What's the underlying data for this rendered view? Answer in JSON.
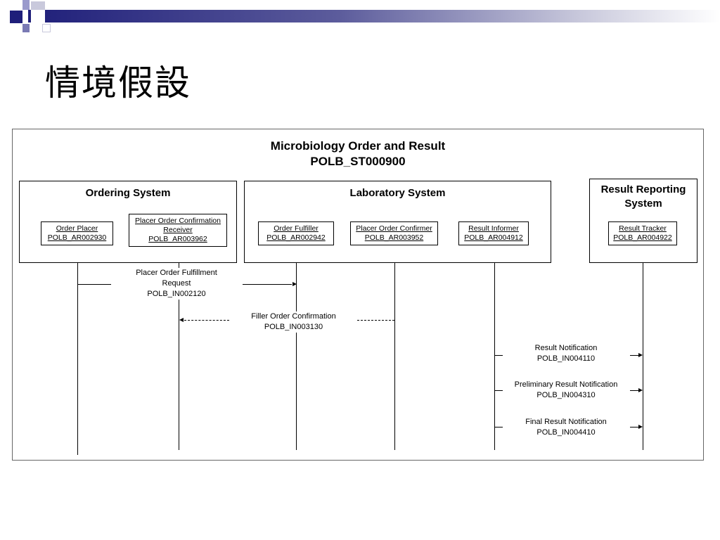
{
  "slide": {
    "title": "情境假設"
  },
  "diagram": {
    "title_line1": "Microbiology Order and Result",
    "title_line2": "POLB_ST000900",
    "systems": [
      {
        "name_line1": "Ordering System",
        "name_line2": ""
      },
      {
        "name_line1": "Laboratory System",
        "name_line2": ""
      },
      {
        "name_line1": "Result Reporting",
        "name_line2": "System"
      }
    ],
    "roles": [
      {
        "name": "Order Placer",
        "id": "POLB_AR002930"
      },
      {
        "name": "Placer Order Confirmation",
        "name2": "Receiver",
        "id": "POLB_AR003962"
      },
      {
        "name": "Order Fulfiller",
        "id": "POLB_AR002942"
      },
      {
        "name": "Placer Order Confirmer",
        "id": "POLB_AR003952"
      },
      {
        "name": "Result Informer",
        "id": "POLB_AR004912"
      },
      {
        "name": "Result Tracker",
        "id": "POLB_AR004922"
      }
    ],
    "messages": [
      {
        "line1": "Placer Order Fulfillment",
        "line2": "Request",
        "line3": "POLB_IN002120"
      },
      {
        "line1": "Filler Order Confirmation",
        "line2": "POLB_IN003130"
      },
      {
        "line1": "Result Notification",
        "line2": "POLB_IN004110"
      },
      {
        "line1": "Preliminary Result Notification",
        "line2": "POLB_IN004310"
      },
      {
        "line1": "Final Result Notification",
        "line2": "POLB_IN004410"
      }
    ]
  }
}
